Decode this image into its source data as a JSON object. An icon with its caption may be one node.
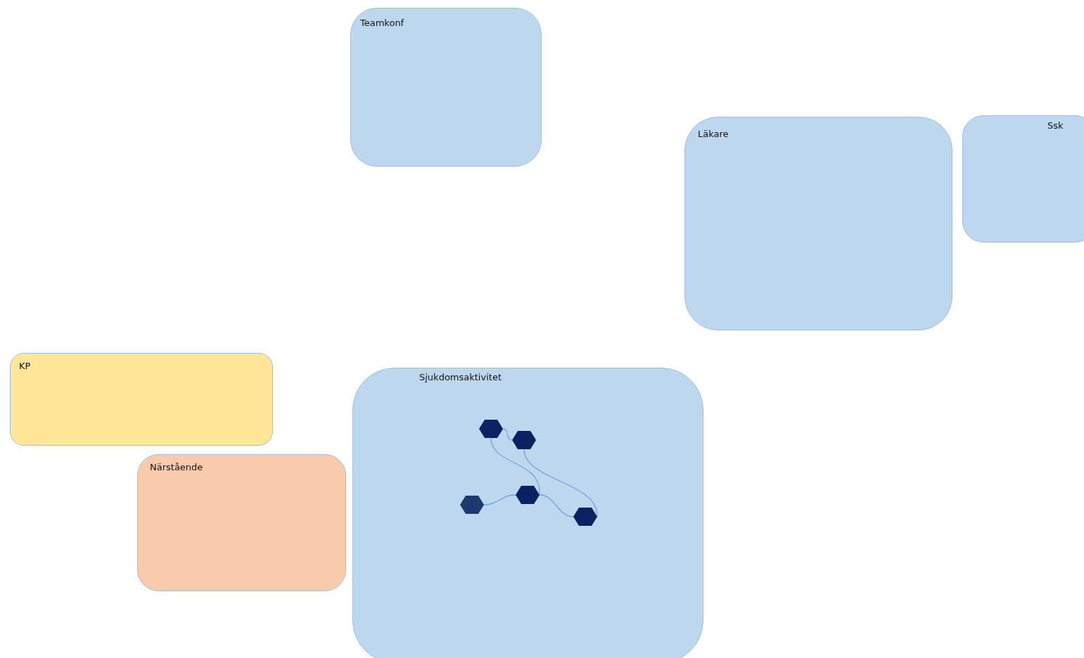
{
  "diagram": {
    "nodes": [
      {
        "text": [
          "Teamkonf"
        ]
      },
      {
        "text": [
          "Läkare"
        ]
      },
      {
        "text": [
          "Ssk"
        ]
      },
      {
        "text": [
          "KP"
        ]
      },
      {
        "text": [
          "Närstående"
        ]
      },
      {
        "text": [
          "Sjukdomsaktivitet"
        ]
      },
      {
        "text": [],
        "shape": "hexagon",
        "in": 5
      },
      {
        "text": [],
        "shape": "hexagon",
        "in": 5
      },
      {
        "text": [],
        "shape": "hexagon",
        "in": 5
      },
      {
        "text": [],
        "shape": "hexagon",
        "in": 5
      },
      {
        "text": [],
        "shape": "hexagon",
        "in": 5
      }
    ],
    "edges": [
      {
        "from": 6,
        "to": 7,
        "arrow": "none"
      },
      {
        "from": 6,
        "to": 9,
        "arrow": "none"
      },
      {
        "from": 7,
        "to": 10,
        "arrow": "none"
      },
      {
        "from": 8,
        "to": 9,
        "arrow": "none"
      },
      {
        "from": 9,
        "to": 10,
        "arrow": "none"
      }
    ]
  }
}
